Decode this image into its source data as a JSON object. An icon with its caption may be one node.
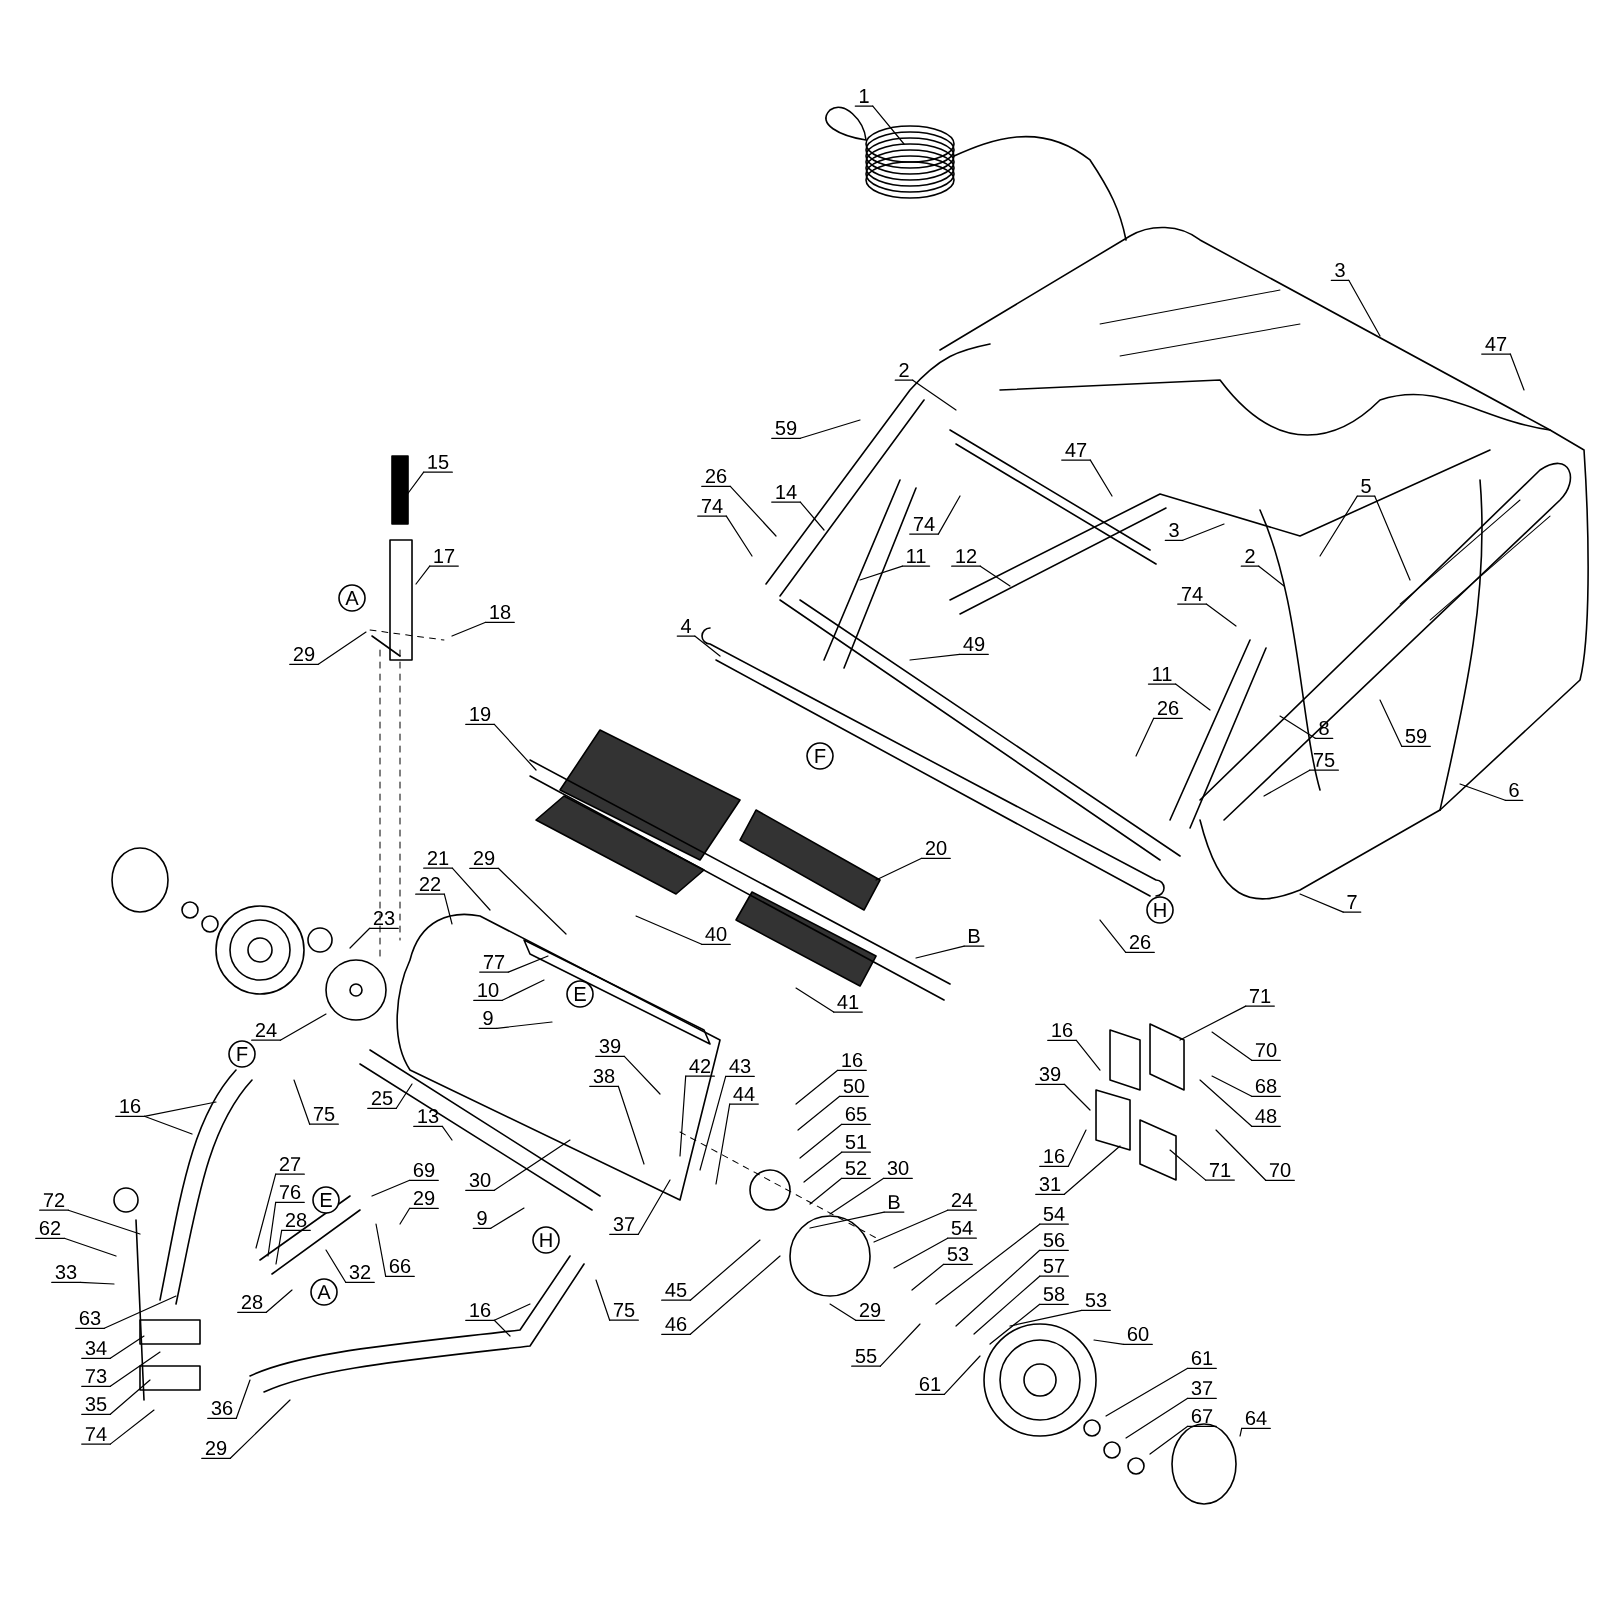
{
  "diagram": {
    "nodes": [
      {
        "text": [
          "1"
        ]
      },
      {
        "text": [
          "3"
        ]
      },
      {
        "text": [
          "47"
        ]
      },
      {
        "text": [
          "2"
        ]
      },
      {
        "text": [
          "59"
        ]
      },
      {
        "text": [
          "15"
        ]
      },
      {
        "text": [
          "26"
        ]
      },
      {
        "text": [
          "5"
        ]
      },
      {
        "text": [
          "14"
        ]
      },
      {
        "text": [
          "74"
        ]
      },
      {
        "text": [
          "74"
        ]
      },
      {
        "text": [
          "47"
        ]
      },
      {
        "text": [
          "3"
        ]
      },
      {
        "text": [
          "11"
        ]
      },
      {
        "text": [
          "12"
        ]
      },
      {
        "text": [
          "2"
        ]
      },
      {
        "text": [
          "17"
        ]
      },
      {
        "text": [
          "74"
        ]
      },
      {
        "text": [
          "18"
        ]
      },
      {
        "text": [
          "4"
        ]
      },
      {
        "text": [
          "49"
        ]
      },
      {
        "text": [
          "29"
        ]
      },
      {
        "text": [
          "11"
        ]
      },
      {
        "text": [
          "26"
        ]
      },
      {
        "text": [
          "19"
        ]
      },
      {
        "text": [
          "8"
        ]
      },
      {
        "text": [
          "59"
        ]
      },
      {
        "text": [
          "75"
        ]
      },
      {
        "text": [
          "6"
        ]
      },
      {
        "text": [
          "20"
        ]
      },
      {
        "text": [
          "21"
        ]
      },
      {
        "text": [
          "29"
        ]
      },
      {
        "text": [
          "22"
        ]
      },
      {
        "text": [
          "7"
        ]
      },
      {
        "text": [
          "23"
        ]
      },
      {
        "text": [
          "40"
        ]
      },
      {
        "text": [
          "B"
        ]
      },
      {
        "text": [
          "26"
        ]
      },
      {
        "text": [
          "77"
        ]
      },
      {
        "text": [
          "10"
        ]
      },
      {
        "text": [
          "41"
        ]
      },
      {
        "text": [
          "71"
        ]
      },
      {
        "text": [
          "9"
        ]
      },
      {
        "text": [
          "24"
        ]
      },
      {
        "text": [
          "16"
        ]
      },
      {
        "text": [
          "39"
        ]
      },
      {
        "text": [
          "70"
        ]
      },
      {
        "text": [
          "42"
        ]
      },
      {
        "text": [
          "43"
        ]
      },
      {
        "text": [
          "16"
        ]
      },
      {
        "text": [
          "39"
        ]
      },
      {
        "text": [
          "38"
        ]
      },
      {
        "text": [
          "68"
        ]
      },
      {
        "text": [
          "50"
        ]
      },
      {
        "text": [
          "44"
        ]
      },
      {
        "text": [
          "25"
        ]
      },
      {
        "text": [
          "16"
        ]
      },
      {
        "text": [
          "75"
        ]
      },
      {
        "text": [
          "13"
        ]
      },
      {
        "text": [
          "48"
        ]
      },
      {
        "text": [
          "65"
        ]
      },
      {
        "text": [
          "16"
        ]
      },
      {
        "text": [
          "51"
        ]
      },
      {
        "text": [
          "27"
        ]
      },
      {
        "text": [
          "70"
        ]
      },
      {
        "text": [
          "30"
        ]
      },
      {
        "text": [
          "71"
        ]
      },
      {
        "text": [
          "69"
        ]
      },
      {
        "text": [
          "30"
        ]
      },
      {
        "text": [
          "31"
        ]
      },
      {
        "text": [
          "52"
        ]
      },
      {
        "text": [
          "76"
        ]
      },
      {
        "text": [
          "72"
        ]
      },
      {
        "text": [
          "B"
        ]
      },
      {
        "text": [
          "24"
        ]
      },
      {
        "text": [
          "29"
        ]
      },
      {
        "text": [
          "54"
        ]
      },
      {
        "text": [
          "9"
        ]
      },
      {
        "text": [
          "28"
        ]
      },
      {
        "text": [
          "37"
        ]
      },
      {
        "text": [
          "54"
        ]
      },
      {
        "text": [
          "62"
        ]
      },
      {
        "text": [
          "56"
        ]
      },
      {
        "text": [
          "53"
        ]
      },
      {
        "text": [
          "53"
        ]
      },
      {
        "text": [
          "66"
        ]
      },
      {
        "text": [
          "57"
        ]
      },
      {
        "text": [
          "33"
        ]
      },
      {
        "text": [
          "32"
        ]
      },
      {
        "text": [
          "45"
        ]
      },
      {
        "text": [
          "58"
        ]
      },
      {
        "text": [
          "28"
        ]
      },
      {
        "text": [
          "29"
        ]
      },
      {
        "text": [
          "16"
        ]
      },
      {
        "text": [
          "75"
        ]
      },
      {
        "text": [
          "63"
        ]
      },
      {
        "text": [
          "46"
        ]
      },
      {
        "text": [
          "60"
        ]
      },
      {
        "text": [
          "34"
        ]
      },
      {
        "text": [
          "61"
        ]
      },
      {
        "text": [
          "55"
        ]
      },
      {
        "text": [
          "37"
        ]
      },
      {
        "text": [
          "73"
        ]
      },
      {
        "text": [
          "61"
        ]
      },
      {
        "text": [
          "35"
        ]
      },
      {
        "text": [
          "67"
        ]
      },
      {
        "text": [
          "36"
        ]
      },
      {
        "text": [
          "64"
        ]
      },
      {
        "text": [
          "74"
        ]
      },
      {
        "text": [
          "29"
        ]
      }
    ],
    "edges": [
      {
        "from": 0,
        "to": null,
        "arrow": "none"
      },
      {
        "from": 1,
        "to": null,
        "arrow": "none"
      },
      {
        "from": 2,
        "to": null,
        "arrow": "none"
      },
      {
        "from": 3,
        "to": null,
        "arrow": "none"
      },
      {
        "from": 4,
        "to": null,
        "arrow": "none"
      },
      {
        "from": 5,
        "to": null,
        "arrow": "none"
      },
      {
        "from": 6,
        "to": null,
        "arrow": "none"
      },
      {
        "from": 7,
        "to": null,
        "arrow": "none"
      },
      {
        "from": 7,
        "to": null,
        "arrow": "none"
      },
      {
        "from": 8,
        "to": null,
        "arrow": "none"
      },
      {
        "from": 9,
        "to": null,
        "arrow": "none"
      },
      {
        "from": 10,
        "to": null,
        "arrow": "none"
      },
      {
        "from": 11,
        "to": null,
        "arrow": "none"
      },
      {
        "from": 12,
        "to": null,
        "arrow": "none"
      },
      {
        "from": 13,
        "to": null,
        "arrow": "none"
      },
      {
        "from": 14,
        "to": null,
        "arrow": "none"
      },
      {
        "from": 15,
        "to": null,
        "arrow": "none"
      },
      {
        "from": 16,
        "to": null,
        "arrow": "none"
      },
      {
        "from": 17,
        "to": null,
        "arrow": "none"
      },
      {
        "from": 18,
        "to": null,
        "arrow": "none"
      },
      {
        "from": 19,
        "to": null,
        "arrow": "none"
      },
      {
        "from": 20,
        "to": null,
        "arrow": "none"
      },
      {
        "from": 21,
        "to": null,
        "arrow": "none"
      },
      {
        "from": 22,
        "to": null,
        "arrow": "none"
      },
      {
        "from": 23,
        "to": null,
        "arrow": "none"
      },
      {
        "from": 24,
        "to": null,
        "arrow": "none"
      },
      {
        "from": 25,
        "to": null,
        "arrow": "none"
      },
      {
        "from": 26,
        "to": null,
        "arrow": "none"
      },
      {
        "from": 27,
        "to": null,
        "arrow": "none"
      },
      {
        "from": 28,
        "to": null,
        "arrow": "none"
      },
      {
        "from": 29,
        "to": null,
        "arrow": "none"
      },
      {
        "from": 30,
        "to": null,
        "arrow": "none"
      },
      {
        "from": 31,
        "to": null,
        "arrow": "none"
      },
      {
        "from": 32,
        "to": null,
        "arrow": "none"
      },
      {
        "from": 33,
        "to": null,
        "arrow": "none"
      },
      {
        "from": 34,
        "to": null,
        "arrow": "none"
      },
      {
        "from": 35,
        "to": null,
        "arrow": "none"
      },
      {
        "from": 36,
        "to": null,
        "arrow": "none"
      },
      {
        "from": 37,
        "to": null,
        "arrow": "none"
      },
      {
        "from": 38,
        "to": null,
        "arrow": "none"
      },
      {
        "from": 39,
        "to": null,
        "arrow": "none"
      },
      {
        "from": 40,
        "to": null,
        "arrow": "none"
      },
      {
        "from": 41,
        "to": null,
        "arrow": "none"
      },
      {
        "from": 42,
        "to": null,
        "arrow": "none"
      },
      {
        "from": 43,
        "to": null,
        "arrow": "none"
      },
      {
        "from": 44,
        "to": null,
        "arrow": "none"
      },
      {
        "from": 45,
        "to": null,
        "arrow": "none"
      },
      {
        "from": 46,
        "to": null,
        "arrow": "none"
      },
      {
        "from": 47,
        "to": null,
        "arrow": "none"
      },
      {
        "from": 48,
        "to": null,
        "arrow": "none"
      },
      {
        "from": 49,
        "to": null,
        "arrow": "none"
      },
      {
        "from": 50,
        "to": null,
        "arrow": "none"
      },
      {
        "from": 51,
        "to": null,
        "arrow": "none"
      },
      {
        "from": 52,
        "to": null,
        "arrow": "none"
      },
      {
        "from": 53,
        "to": null,
        "arrow": "none"
      },
      {
        "from": 54,
        "to": null,
        "arrow": "none"
      },
      {
        "from": 55,
        "to": null,
        "arrow": "none"
      },
      {
        "from": 56,
        "to": null,
        "arrow": "none"
      },
      {
        "from": 56,
        "to": null,
        "arrow": "none"
      },
      {
        "from": 57,
        "to": null,
        "arrow": "none"
      },
      {
        "from": 58,
        "to": null,
        "arrow": "none"
      },
      {
        "from": 59,
        "to": null,
        "arrow": "none"
      },
      {
        "from": 60,
        "to": null,
        "arrow": "none"
      },
      {
        "from": 61,
        "to": null,
        "arrow": "none"
      },
      {
        "from": 62,
        "to": null,
        "arrow": "none"
      },
      {
        "from": 63,
        "to": null,
        "arrow": "none"
      },
      {
        "from": 64,
        "to": null,
        "arrow": "none"
      },
      {
        "from": 65,
        "to": null,
        "arrow": "none"
      },
      {
        "from": 66,
        "to": null,
        "arrow": "none"
      },
      {
        "from": 67,
        "to": null,
        "arrow": "none"
      },
      {
        "from": 68,
        "to": null,
        "arrow": "none"
      },
      {
        "from": 69,
        "to": null,
        "arrow": "none"
      },
      {
        "from": 70,
        "to": null,
        "arrow": "none"
      },
      {
        "from": 71,
        "to": null,
        "arrow": "none"
      },
      {
        "from": 72,
        "to": null,
        "arrow": "none"
      },
      {
        "from": 73,
        "to": null,
        "arrow": "none"
      },
      {
        "from": 74,
        "to": null,
        "arrow": "none"
      },
      {
        "from": 75,
        "to": null,
        "arrow": "none"
      },
      {
        "from": 76,
        "to": null,
        "arrow": "none"
      },
      {
        "from": 77,
        "to": null,
        "arrow": "none"
      },
      {
        "from": 78,
        "to": null,
        "arrow": "none"
      },
      {
        "from": 79,
        "to": null,
        "arrow": "none"
      },
      {
        "from": 80,
        "to": null,
        "arrow": "none"
      },
      {
        "from": 81,
        "to": null,
        "arrow": "none"
      },
      {
        "from": 82,
        "to": null,
        "arrow": "none"
      },
      {
        "from": 83,
        "to": null,
        "arrow": "none"
      },
      {
        "from": 84,
        "to": null,
        "arrow": "none"
      },
      {
        "from": 85,
        "to": null,
        "arrow": "none"
      },
      {
        "from": 86,
        "to": null,
        "arrow": "none"
      },
      {
        "from": 87,
        "to": null,
        "arrow": "none"
      },
      {
        "from": 88,
        "to": null,
        "arrow": "none"
      },
      {
        "from": 89,
        "to": null,
        "arrow": "none"
      },
      {
        "from": 90,
        "to": null,
        "arrow": "none"
      },
      {
        "from": 91,
        "to": null,
        "arrow": "none"
      },
      {
        "from": 92,
        "to": null,
        "arrow": "none"
      },
      {
        "from": 93,
        "to": null,
        "arrow": "none"
      },
      {
        "from": 93,
        "to": null,
        "arrow": "none"
      },
      {
        "from": 94,
        "to": null,
        "arrow": "none"
      },
      {
        "from": 95,
        "to": null,
        "arrow": "none"
      },
      {
        "from": 96,
        "to": null,
        "arrow": "none"
      },
      {
        "from": 97,
        "to": null,
        "arrow": "none"
      },
      {
        "from": 98,
        "to": null,
        "arrow": "none"
      },
      {
        "from": 99,
        "to": null,
        "arrow": "none"
      },
      {
        "from": 100,
        "to": null,
        "arrow": "none"
      },
      {
        "from": 101,
        "to": null,
        "arrow": "none"
      },
      {
        "from": 102,
        "to": null,
        "arrow": "none"
      },
      {
        "from": 103,
        "to": null,
        "arrow": "none"
      },
      {
        "from": 104,
        "to": null,
        "arrow": "none"
      },
      {
        "from": 105,
        "to": null,
        "arrow": "none"
      },
      {
        "from": 106,
        "to": null,
        "arrow": "none"
      },
      {
        "from": 107,
        "to": null,
        "arrow": "none"
      },
      {
        "from": 108,
        "to": null,
        "arrow": "none"
      },
      {
        "from": 109,
        "to": null,
        "arrow": "none"
      }
    ],
    "labels": [
      "A",
      "F",
      "H",
      "E",
      "F",
      "E",
      "H",
      "A"
    ]
  }
}
